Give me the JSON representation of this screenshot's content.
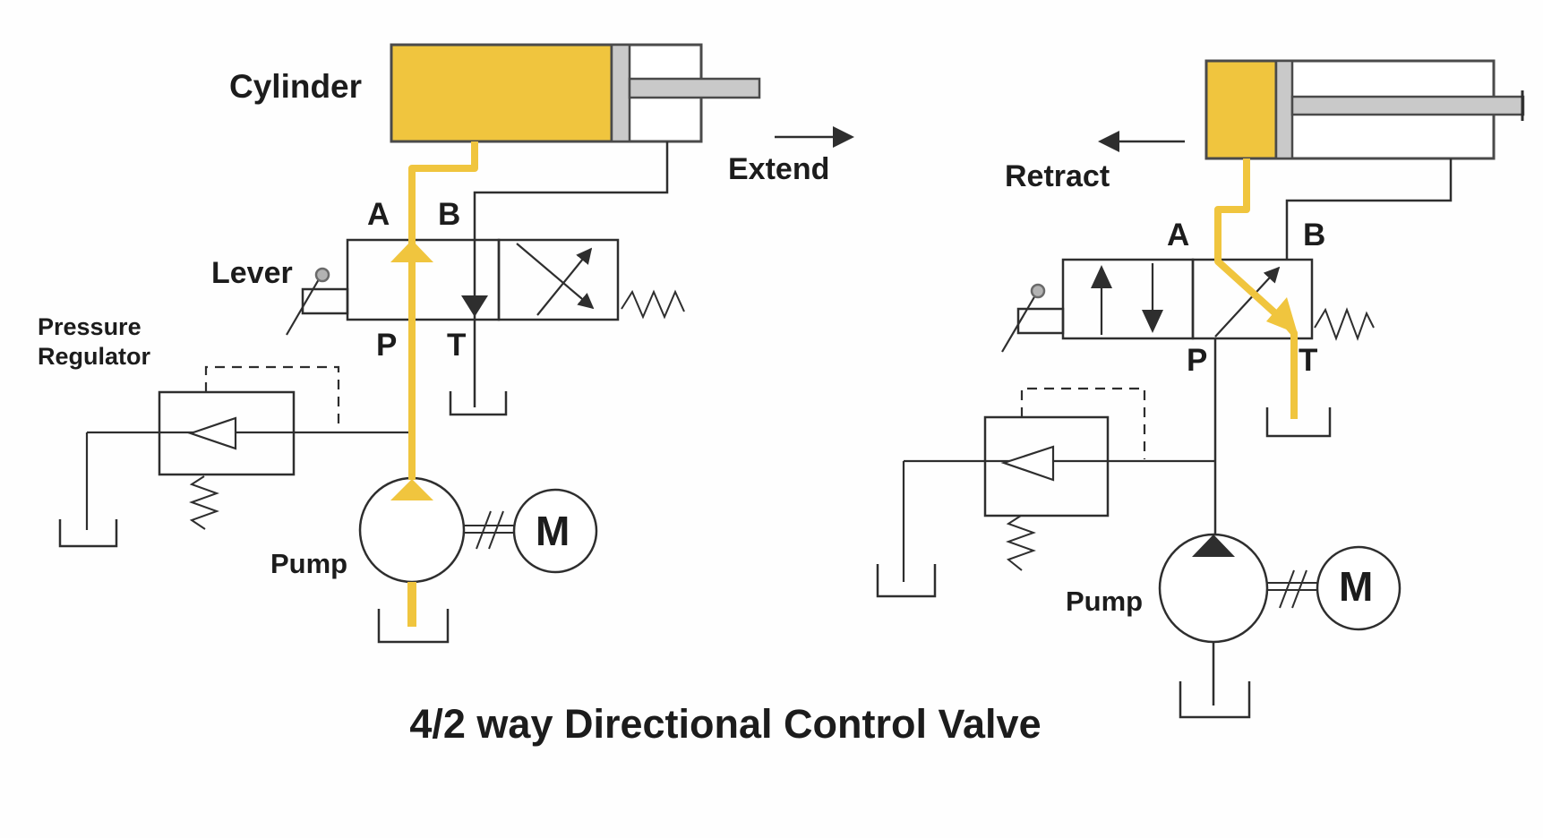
{
  "title": "4/2 way Directional Control Valve",
  "colors": {
    "flow_yellow": "#F0C53E",
    "line_black": "#2E2E2E",
    "piston_gray": "#C9C9C9"
  },
  "left": {
    "cylinder_label": "Cylinder",
    "lever_label": "Lever",
    "regulator_label_line1": "Pressure",
    "regulator_label_line2": "Regulator",
    "pump_label": "Pump",
    "motor_label": "M",
    "action_label": "Extend",
    "ports": {
      "a": "A",
      "b": "B",
      "p": "P",
      "t": "T"
    }
  },
  "right": {
    "pump_label": "Pump",
    "motor_label": "M",
    "action_label": "Retract",
    "ports": {
      "a": "A",
      "b": "B",
      "p": "P",
      "t": "T"
    }
  }
}
